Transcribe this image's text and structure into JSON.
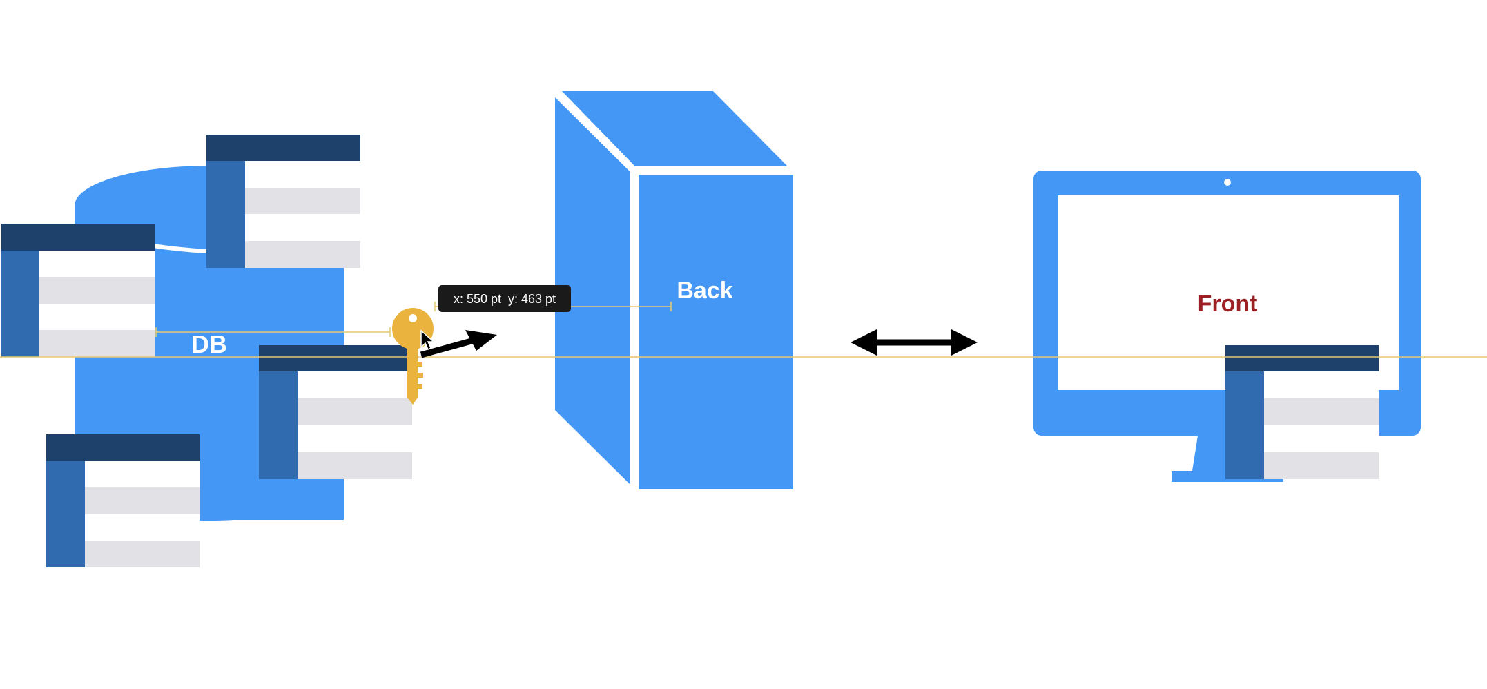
{
  "labels": {
    "db": "DB",
    "back": "Back",
    "front": "Front"
  },
  "tooltip": {
    "text": "x: 550 pt  y: 463 pt"
  },
  "icons": {
    "key": "key-icon",
    "cursor": "cursor-icon",
    "arrow": "arrow-right-icon",
    "double_arrow": "double-arrow-icon"
  },
  "colors": {
    "primary_blue": "#4597F5",
    "table_header": "#1E416C",
    "table_sidebar": "#2F6BAE",
    "table_row": "#E1E1E6",
    "key_gold": "#EAB33D",
    "front_label": "#9B2023",
    "guide_line": "#E6C874",
    "tooltip_bg": "#1A1A1A"
  }
}
